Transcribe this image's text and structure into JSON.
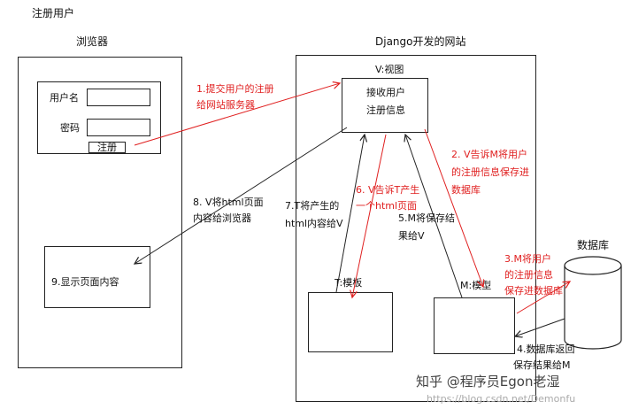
{
  "title": "注册用户",
  "browser": {
    "label": "浏览器",
    "username_label": "用户名",
    "password_label": "密码",
    "register_button": "注册",
    "display_box_text": "9.显示页面内容"
  },
  "website": {
    "label": "Django开发的网站",
    "view_label": "V:视图",
    "view_box_line1": "接收用户",
    "view_box_line2": "注册信息",
    "template_label": "T:模板",
    "model_label": "M:模型"
  },
  "database": {
    "label": "数据库"
  },
  "steps": {
    "s1_line1": "1.提交用户的注册",
    "s1_line2": "给网站服务器",
    "s2_line1": "2. V告诉M将用户",
    "s2_line2": "的注册信息保存进",
    "s2_line3": "数据库",
    "s3_line1": "3.M将用户",
    "s3_line2": "的注册信息",
    "s3_line3": "保存进数据库",
    "s4_line1": "4.数据库返回",
    "s4_line2": "保存结果给M",
    "s5_line1": "5.M将保存结",
    "s5_line2": "果给V",
    "s6_line1": "6. V告诉T产生",
    "s6_line2": "一个html页面",
    "s7_line1": "7.T将产生的",
    "s7_line2": "html内容给V",
    "s8_line1": "8. V将html页面",
    "s8_line2": "内容给浏览器"
  },
  "watermark": {
    "main": "知乎 @程序员Egon老湿",
    "url": "https://blog.csdn.net/Demonfu"
  },
  "colors": {
    "red": "#e02020",
    "line": "#222222"
  }
}
